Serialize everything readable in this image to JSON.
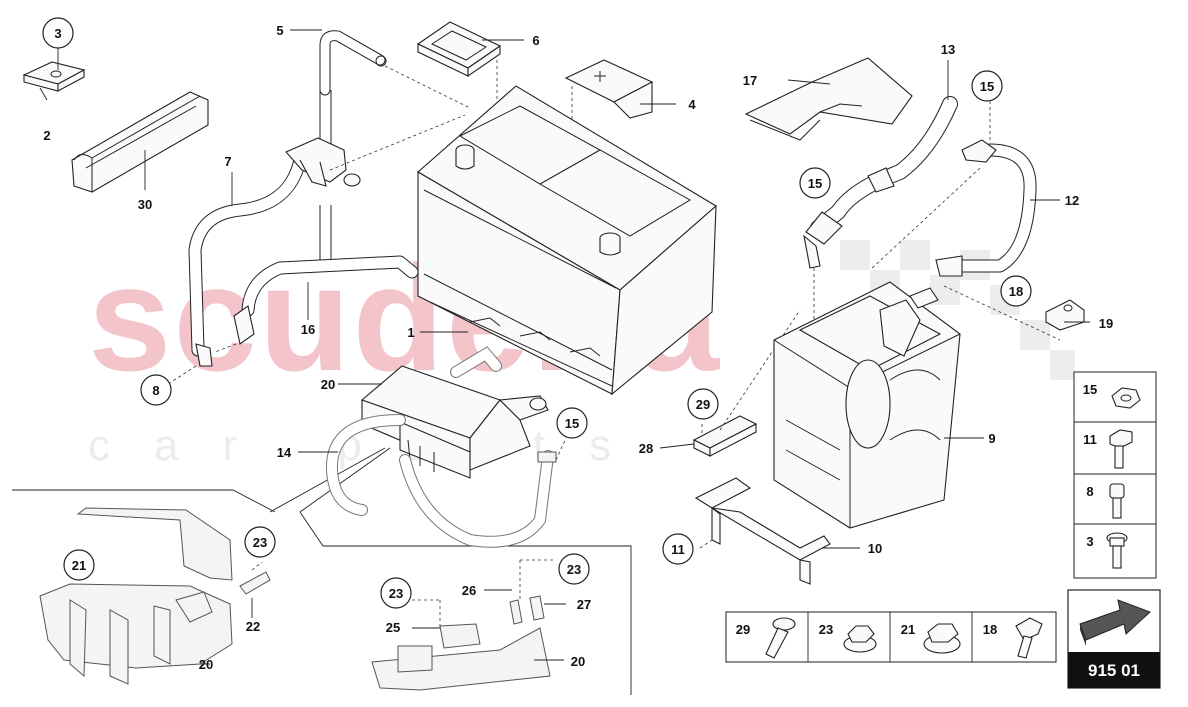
{
  "watermark": {
    "main": "scuderia",
    "sub": "car parts"
  },
  "diagram_code": "915 01",
  "callouts": {
    "c3": "3",
    "c2": "2",
    "c30": "30",
    "c5": "5",
    "c6": "6",
    "c4": "4",
    "c7": "7",
    "c16": "16",
    "c8": "8",
    "c1": "1",
    "c20": "20",
    "c14": "14",
    "c15a": "15",
    "c29": "29",
    "c28": "28",
    "c17": "17",
    "c13": "13",
    "c15b": "15",
    "c15c": "15",
    "c12": "12",
    "c18": "18",
    "c19": "19",
    "c9": "9",
    "c11": "11",
    "c10": "10",
    "c21": "21",
    "c23a": "23",
    "c22": "22",
    "c20b": "20",
    "c23b": "23",
    "c26": "26",
    "c23c": "23",
    "c27": "27",
    "c25": "25",
    "c20c": "20"
  },
  "legend_right": [
    "15",
    "11",
    "8",
    "3"
  ],
  "legend_bottom": [
    "29",
    "23",
    "21",
    "18"
  ]
}
